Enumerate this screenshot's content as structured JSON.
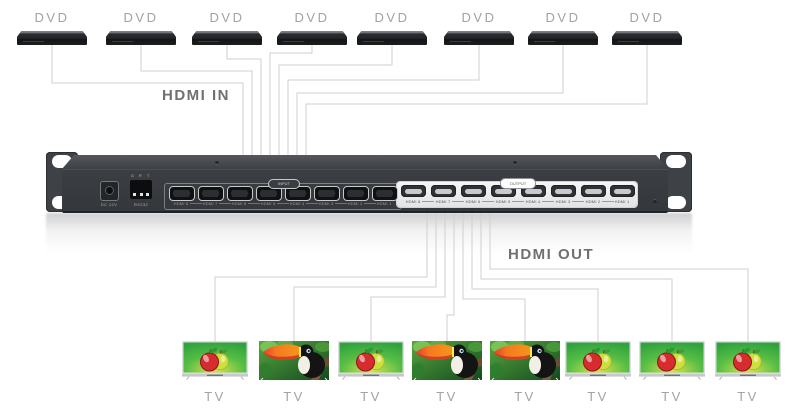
{
  "diagram": {
    "sources": {
      "label": "DVD",
      "count": 8
    },
    "displays": {
      "label": "TV",
      "count": 8,
      "screen_images": [
        "apple",
        "toucan",
        "apple",
        "toucan",
        "toucan",
        "apple",
        "apple",
        "apple"
      ]
    },
    "annotations": {
      "hdmi_in": "HDMI IN",
      "hdmi_out": "HDMI OUT"
    },
    "device": {
      "power_label": "DC 12V",
      "rs232_pin_labels": "G R T",
      "rs232_label": "RS232",
      "input_group_label": "INPUT",
      "output_group_label": "OUTPUT",
      "input_ports": [
        "HDMI 8",
        "HDMI 7",
        "HDMI 6",
        "HDMI 5",
        "HDMI 4",
        "HDMI 3",
        "HDMI 2",
        "HDMI 1"
      ],
      "output_ports": [
        "HDMI 8",
        "HDMI 7",
        "HDMI 6",
        "HDMI 5",
        "HDMI 4",
        "HDMI 3",
        "HDMI 2",
        "HDMI 1"
      ]
    },
    "colors": {
      "wire": "#cfcfcf",
      "chassis": "#3a3d42",
      "label_gray": "#a0a2a5",
      "heading_gray": "#6e7073",
      "output_panel": "#eeeeee",
      "screen_green": "#3fb044",
      "beak_orange": "#f47a20"
    }
  }
}
